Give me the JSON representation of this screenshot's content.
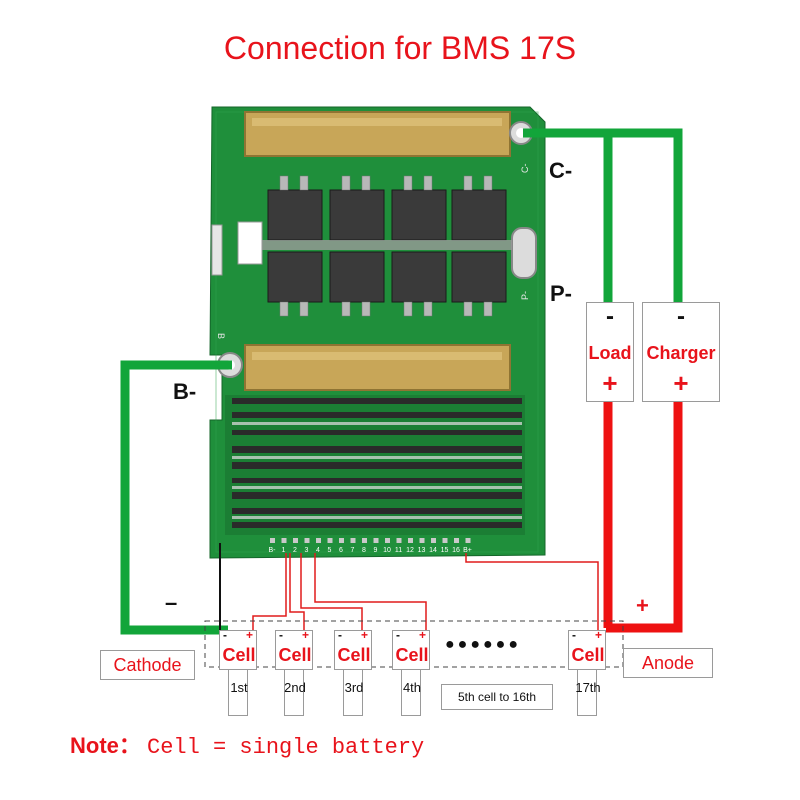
{
  "title": "Connection for BMS 17S",
  "terminals": {
    "c_minus": "C-",
    "p_minus": "P-",
    "b_minus": "B-"
  },
  "board": {
    "silk_c": "C-",
    "silk_p": "P-",
    "silk_b": "B",
    "balance_pins": [
      "B-",
      "1",
      "2",
      "3",
      "4",
      "5",
      "6",
      "7",
      "8",
      "9",
      "10",
      "11",
      "12",
      "13",
      "14",
      "15",
      "16",
      "B+"
    ]
  },
  "load": {
    "minus": "-",
    "label": "Load",
    "plus": "+"
  },
  "charger": {
    "minus": "-",
    "label": "Charger",
    "plus": "+"
  },
  "pack": {
    "cathode_label": "Cathode",
    "anode_label": "Anode",
    "minus_sign": "–",
    "plus_sign": "+",
    "cell_minus": "-",
    "cell_plus": "+",
    "cells": [
      {
        "label": "Cell",
        "index": "1st"
      },
      {
        "label": "Cell",
        "index": "2nd"
      },
      {
        "label": "Cell",
        "index": "3rd"
      },
      {
        "label": "Cell",
        "index": "4th"
      },
      {
        "label": "Cell",
        "index": "17th"
      }
    ],
    "dots": "●●●●●●",
    "middle_range": "5th cell to 16th"
  },
  "note": {
    "label": "Note：",
    "text": "Cell = single battery"
  },
  "colors": {
    "title": "#e8131b",
    "pcb": "#1e8c3a",
    "green_wire": "#12a53a",
    "red_wire": "#ee1111",
    "sense_wire": "#e01c1c",
    "copper_bar": "#c8a658"
  }
}
